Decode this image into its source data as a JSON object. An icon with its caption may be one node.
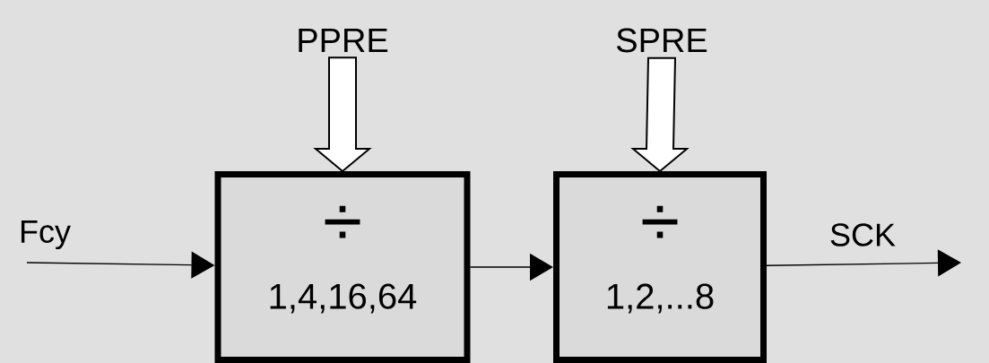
{
  "diagram": {
    "nodes": [
      {
        "text": [
          "PPRE"
        ]
      },
      {
        "text": [
          "÷",
          "1,4,16,64"
        ]
      },
      {
        "text": [
          "SPRE"
        ]
      },
      {
        "text": [
          "÷",
          "1,2,...8"
        ]
      }
    ],
    "edges": [
      {
        "from": 0,
        "to": 1,
        "arrow": "to",
        "style": "thick"
      },
      {
        "from": 2,
        "to": 3,
        "arrow": "to",
        "style": "thick"
      },
      {
        "from": null,
        "to": 1,
        "arrow": "to",
        "label": "Fcy"
      },
      {
        "from": 1,
        "to": 3,
        "arrow": "to"
      },
      {
        "from": 3,
        "to": null,
        "arrow": "to",
        "label": "SCK"
      }
    ]
  }
}
